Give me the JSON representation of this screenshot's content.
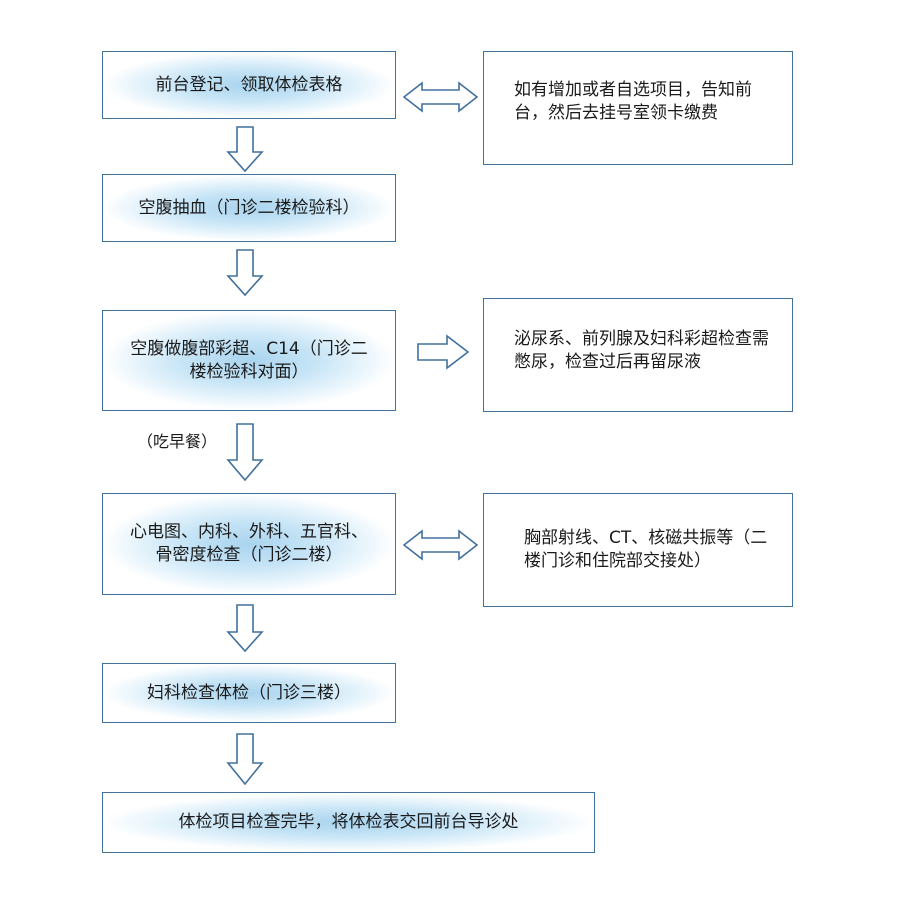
{
  "flow": {
    "step1": "前台登记、领取体检表格",
    "step2": "空腹抽血（门诊二楼检验科）",
    "step3": "空腹做腹部彩超、C14（门诊二楼检验科对面）",
    "step4": "心电图、内科、外科、五官科、骨密度检查（门诊二楼）",
    "step5": "妇科检查体检（门诊三楼）",
    "step6": "体检项目检查完毕，将体检表交回前台导诊处"
  },
  "notes": {
    "side1": "如有增加或者自选项目，告知前台，然后去挂号室领卡缴费",
    "side2": "泌尿系、前列腺及妇科彩超检查需憋尿，检查过后再留尿液",
    "side3": "胸部射线、CT、核磁共振等（二楼门诊和住院部交接处）",
    "meal": "（吃早餐）"
  },
  "colors": {
    "border": "#41719c",
    "glow": "#aad4ee"
  }
}
